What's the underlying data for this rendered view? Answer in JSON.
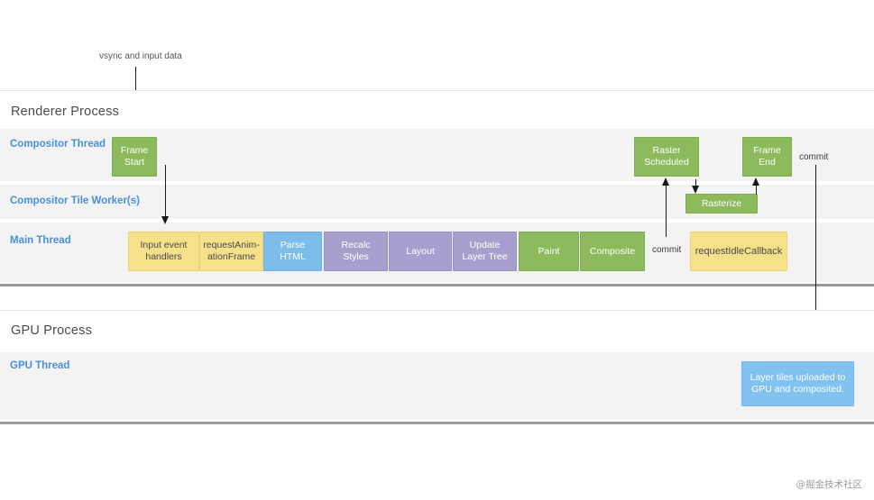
{
  "annotations": {
    "vsync": "vsync and input data",
    "commit_main": "commit",
    "commit_right": "commit"
  },
  "renderer": {
    "title": "Renderer Process",
    "rows": [
      {
        "label": "Compositor Thread"
      },
      {
        "label": "Compositor Tile Worker(s)"
      },
      {
        "label": "Main Thread"
      }
    ],
    "compositor_blocks": [
      {
        "label": "Frame\nStart",
        "color": "#8dba5d"
      },
      {
        "label": "Raster\nScheduled",
        "color": "#8dba5d"
      },
      {
        "label": "Frame\nEnd",
        "color": "#8dba5d"
      }
    ],
    "tile_worker_blocks": [
      {
        "label": "Rasterize",
        "color": "#8dba5d"
      }
    ],
    "main_thread_blocks": [
      {
        "label": "Input event\nhandlers",
        "color": "#f6e08a"
      },
      {
        "label": "requestAnim-\nationFrame",
        "color": "#f6e08a"
      },
      {
        "label": "Parse\nHTML",
        "color": "#7cbdec"
      },
      {
        "label": "Recalc\nStyles",
        "color": "#a79fcd"
      },
      {
        "label": "Layout",
        "color": "#a79fcd"
      },
      {
        "label": "Update\nLayer Tree",
        "color": "#a79fcd"
      },
      {
        "label": "Paint",
        "color": "#8dba5d"
      },
      {
        "label": "Composite",
        "color": "#8dba5d"
      },
      {
        "label": "requestIdleCallback",
        "color": "#f6e08a"
      }
    ]
  },
  "gpu": {
    "title": "GPU Process",
    "rows": [
      {
        "label": "GPU Thread"
      }
    ],
    "blocks": [
      {
        "label": "Layer tiles uploaded to\nGPU and composited.",
        "color": "#82c2f0"
      }
    ]
  },
  "watermark": "@掘金技术社区"
}
